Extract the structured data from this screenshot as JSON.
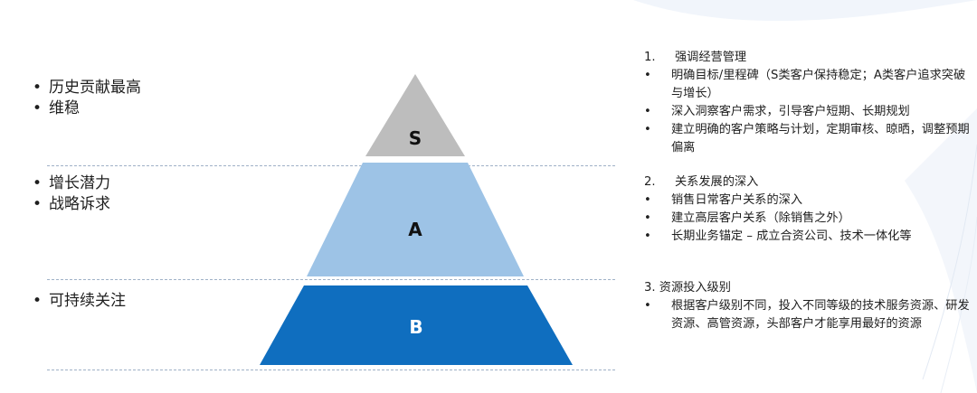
{
  "left": {
    "s_items": [
      "历史贡献最高",
      "维稳"
    ],
    "a_items": [
      "增长潜力",
      "战略诉求"
    ],
    "b_items": [
      "可持续关注"
    ]
  },
  "pyramid": {
    "levels": [
      {
        "label": "S",
        "color": "#bdbdbd",
        "text_color": "#111111"
      },
      {
        "label": "A",
        "color": "#9dc3e6",
        "text_color": "#111111"
      },
      {
        "label": "B",
        "color": "#0f6ebf",
        "text_color": "#ffffff"
      }
    ]
  },
  "right": {
    "sec1": {
      "num": "1.",
      "title": "强调经营管理",
      "bullets": [
        "明确目标/里程碑（S类客户保持稳定；A类客户追求突破与增长）",
        "深入洞察客户需求，引导客户短期、长期规划",
        "建立明确的客户策略与计划，定期审核、晾晒，调整预期偏离"
      ]
    },
    "sec2": {
      "num": "2.",
      "title": "关系发展的深入",
      "bullets": [
        "销售日常客户关系的深入",
        "建立高层客户关系（除销售之外）",
        "长期业务锚定 – 成立合资公司、技术一体化等"
      ]
    },
    "sec3": {
      "title": "3. 资源投入级别",
      "bullets": [
        "根据客户级别不同，投入不同等级的技术服务资源、研发资源、高管资源，头部客户才能享用最好的资源"
      ]
    }
  }
}
